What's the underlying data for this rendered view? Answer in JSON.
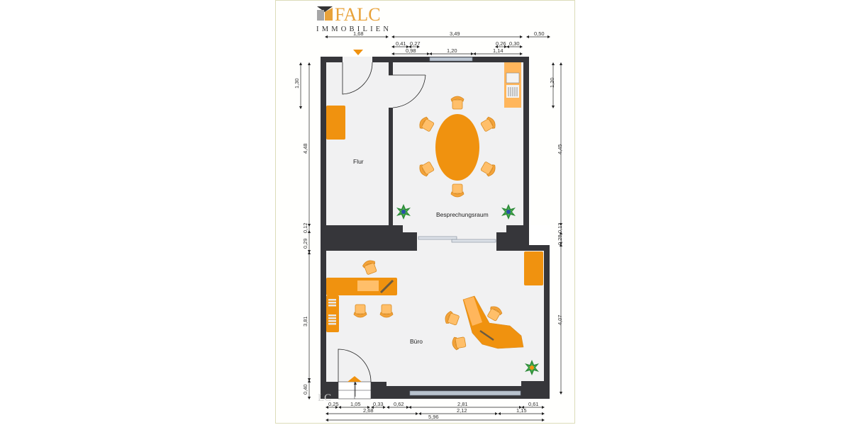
{
  "logo": {
    "brand": "FALC",
    "subtitle": "IMMOBILIEN",
    "watermark": "LC",
    "colors": {
      "brand": "#e8a23a",
      "dark": "#333333",
      "grey": "#a6a6a6"
    }
  },
  "rooms": [
    {
      "name": "Flur"
    },
    {
      "name": "Besprechungsraum"
    },
    {
      "name": "Büro"
    }
  ],
  "dimensions": {
    "top": {
      "row1": [
        "1,68",
        "3,49",
        "0,50"
      ],
      "row2": [
        "0,41",
        "0,27",
        "0,26",
        "0,30"
      ],
      "row3": [
        "0,98",
        "1,20",
        "1,14"
      ]
    },
    "left": [
      "1,30",
      "4,48",
      "0,12",
      "0,29",
      "3,81",
      "0,40"
    ],
    "right": [
      "1,20",
      "4,45",
      "0,13",
      "0,28",
      "4,07"
    ],
    "bottom": {
      "row1": [
        "0,25",
        "1,05",
        "0,33",
        "0,62",
        "2,81",
        "0,61"
      ],
      "row2": [
        "2,68",
        "2,12",
        "1,15"
      ],
      "row3": [
        "5,96"
      ]
    }
  },
  "colors": {
    "wall": "#36363a",
    "floor": "#f1f1f2",
    "furniture": "#f0920f",
    "furniture_light": "#ffb65c",
    "window": "#b9c3cf",
    "plant_green": "#2e8b3a",
    "plant_blue": "#2a4fa8"
  }
}
